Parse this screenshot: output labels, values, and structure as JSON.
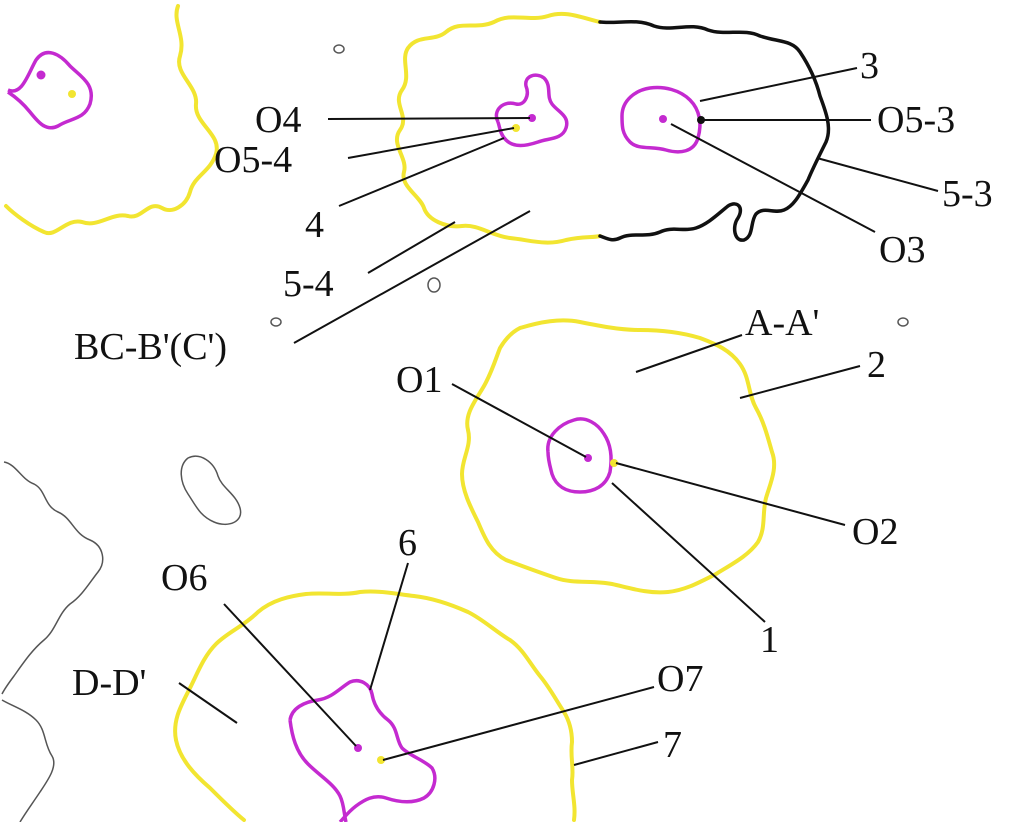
{
  "colors": {
    "yellow": "#f2e531",
    "magenta": "#c42ad0",
    "black": "#111111",
    "gray": "#555555",
    "background": "#ffffff"
  },
  "labels": {
    "l3": "3",
    "O4": "O4",
    "O5_3": "O5-3",
    "O5_4": "O5-4",
    "l5_3": "5-3",
    "l4": "4",
    "O3": "O3",
    "l5_4": "5-4",
    "BC": "BC-B'(C')",
    "AA": "A-A'",
    "l2": "2",
    "O1": "O1",
    "O2": "O2",
    "l6": "6",
    "O6": "O6",
    "l1": "1",
    "O7": "O7",
    "DD": "D-D'",
    "l7": "7"
  }
}
